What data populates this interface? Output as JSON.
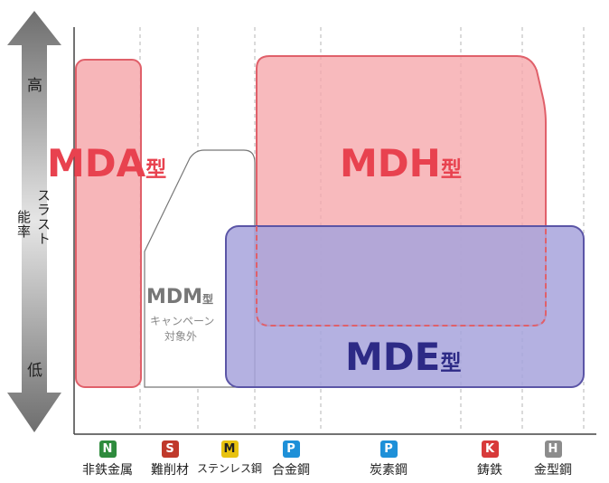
{
  "axis": {
    "high": "高",
    "low": "低",
    "title_col1": "スラスト",
    "title_col2": "能率"
  },
  "regions": {
    "mda": {
      "main": "MDA",
      "suffix": "型"
    },
    "mdh": {
      "main": "MDH",
      "suffix": "型"
    },
    "mde": {
      "main": "MDE",
      "suffix": "型"
    },
    "mdm": {
      "main": "MDM",
      "suffix": "型",
      "note_line1": "キャンペーン",
      "note_line2": "対象外"
    }
  },
  "categories": [
    {
      "code": "N",
      "label": "非鉄金属",
      "color": "#2e8b3d"
    },
    {
      "code": "S",
      "label": "難削材",
      "color": "#c0392b"
    },
    {
      "code": "M",
      "label": "ステンレス鋼",
      "color": "#e8c20f"
    },
    {
      "code": "P",
      "label": "合金鋼",
      "color": "#1e90d8"
    },
    {
      "code": "P",
      "label": "炭素鋼",
      "color": "#1e90d8"
    },
    {
      "code": "K",
      "label": "鋳鉄",
      "color": "#d83a3a"
    },
    {
      "code": "H",
      "label": "金型鋼",
      "color": "#8c8c8c"
    }
  ],
  "colors": {
    "pink_fill": "#f6a9ad",
    "pink_stroke": "#e0606a",
    "pink_text": "#e8424f",
    "purple_fill": "#a7a3dc",
    "purple_stroke": "#5b55a6",
    "purple_text": "#2d2a86"
  }
}
